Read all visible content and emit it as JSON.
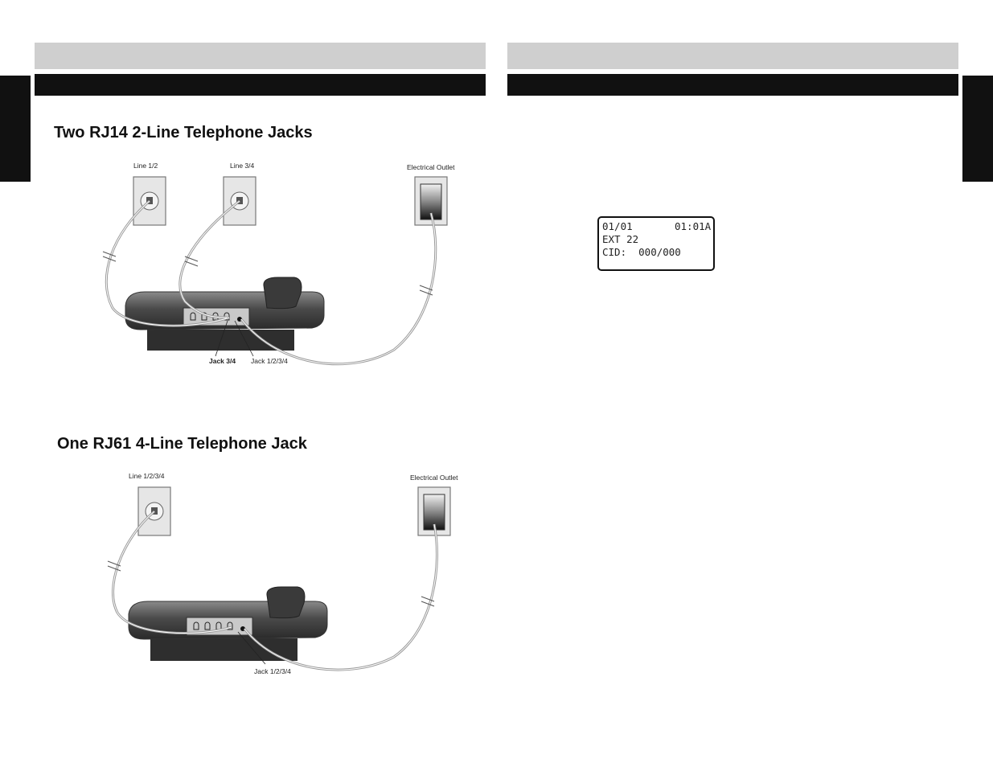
{
  "left_page": {
    "section1": {
      "title": "Two RJ14 2-Line Telephone Jacks",
      "labels": {
        "line_a": "Line 1/2",
        "line_b": "Line 3/4",
        "outlet": "Electrical Outlet",
        "jack_a": "Jack 3/4",
        "jack_b": "Jack 1/2/3/4"
      }
    },
    "section2": {
      "title": "One  RJ61 4-Line Telephone Jack",
      "labels": {
        "line": "Line 1/2/3/4",
        "outlet": "Electrical Outlet",
        "jack": "Jack 1/2/3/4"
      }
    }
  },
  "right_page": {
    "lcd": {
      "date": "01/01",
      "time": "01:01A",
      "line2": "EXT 22",
      "line3": "CID:  000/000"
    }
  },
  "colors": {
    "band_gray": "#cfcfcf",
    "band_black": "#111111"
  }
}
